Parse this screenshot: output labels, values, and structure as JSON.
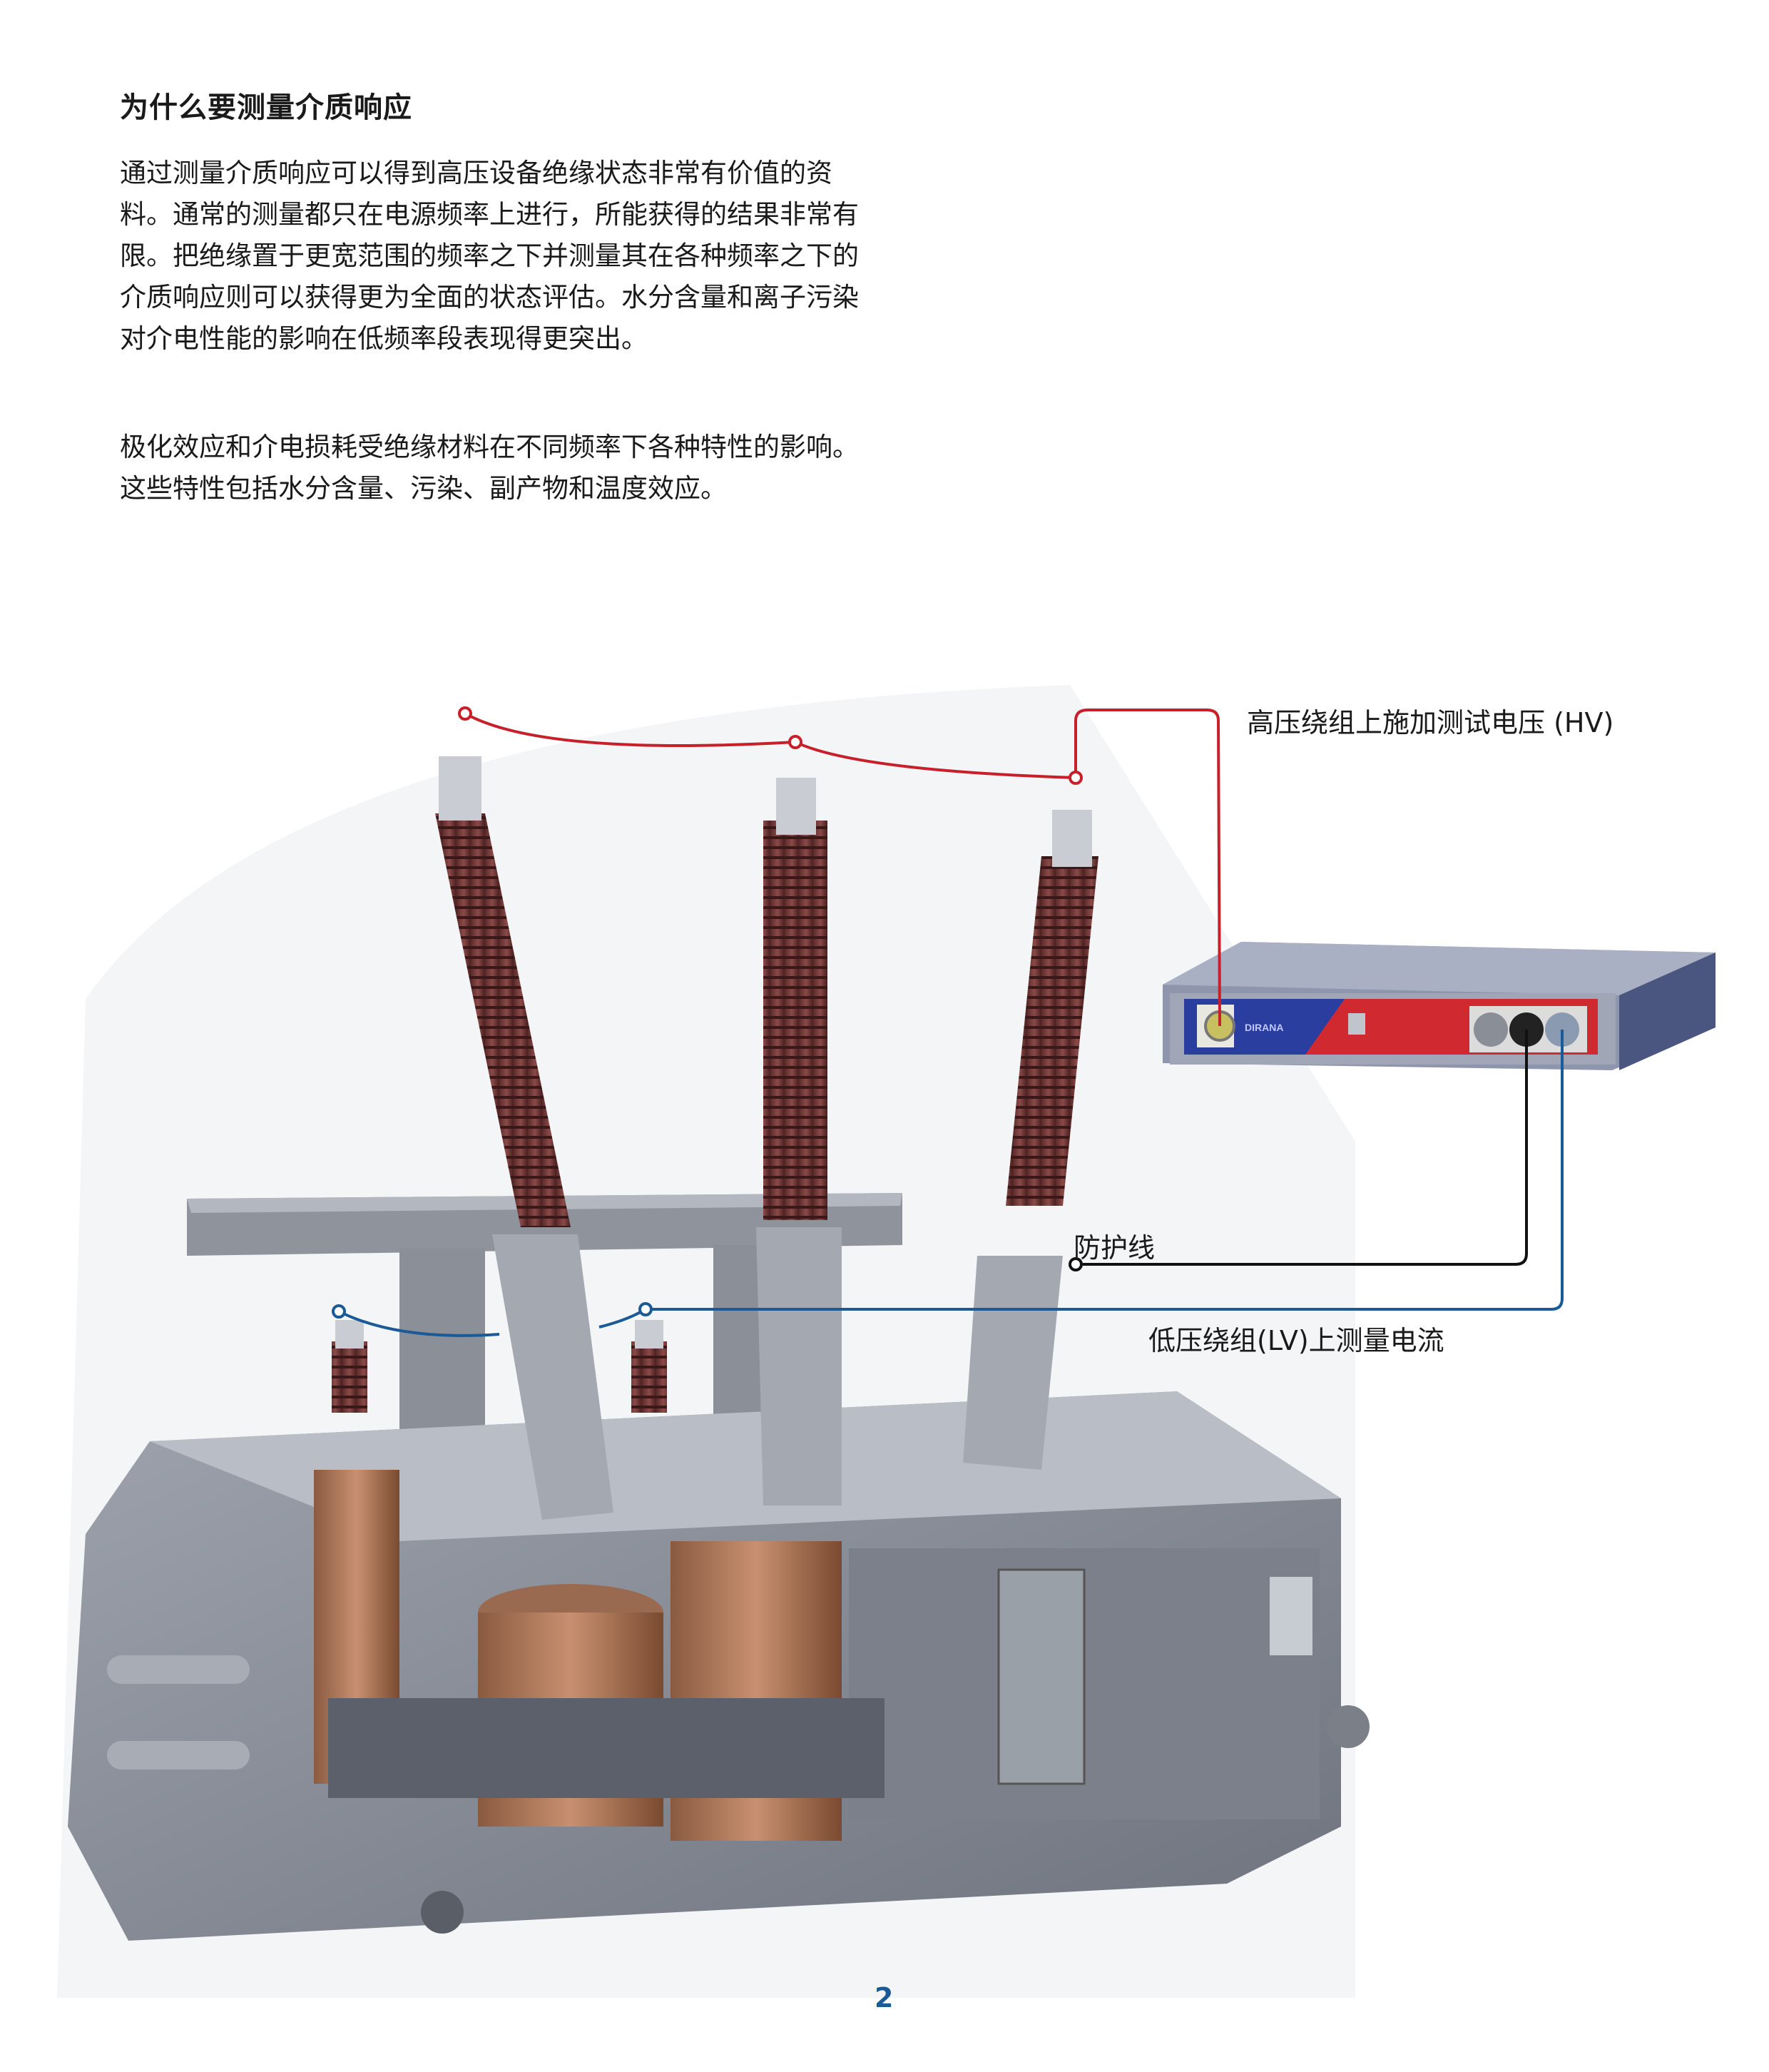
{
  "heading": "为什么要测量介质响应",
  "paragraphs": [
    "通过测量介质响应可以得到高压设备绝缘状态非常有价值的资料。通常的测量都只在电源频率上进行，所能获得的结果非常有限。把绝缘置于更宽范围的频率之下并测量其在各种频率之下的介质响应则可以获得更为全面的状态评估。水分含量和离子污染对介电性能的影响在低频率段表现得更突出。",
    "极化效应和介电损耗受绝缘材料在不同频率下各种特性的影响。这些特性包括水分含量、污染、副产物和温度效应。"
  ],
  "diagram": {
    "hv_label": "高压绕组上施加测试电压 (HV)",
    "guard_label": "防护线",
    "lv_label": "低压绕组(LV)上测量电流",
    "device_name": "DIRANA",
    "colors": {
      "hv_wire": "#c8202a",
      "guard_wire": "#111111",
      "lv_wire": "#1a5a96"
    }
  },
  "page_number": "2"
}
